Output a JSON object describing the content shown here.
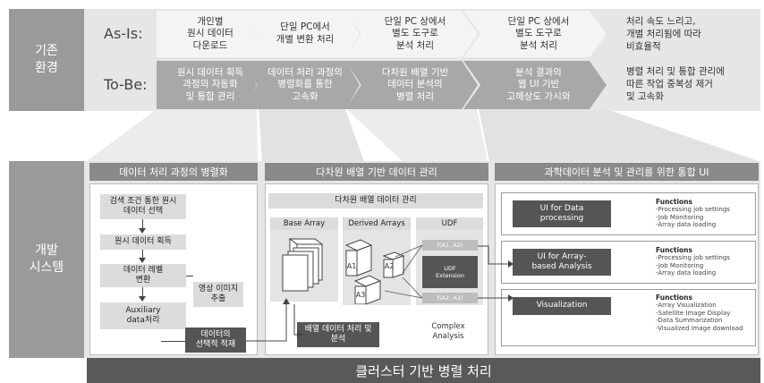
{
  "side": {
    "existing": "기존\n환경",
    "dev": "개발\n시스템"
  },
  "asis": {
    "label": "As-Is:",
    "steps": [
      "개인별\n원시 데이터\n다운로드",
      "단일 PC에서\n개별 변환 처리",
      "단일 PC 상에서\n별도 도구로\n분석 처리",
      "단일 PC 상에서\n별도 도구로\n분석 처리"
    ],
    "result": "처리 속도 느리고,\n개별 처리됨에 따라\n비효율적"
  },
  "tobe": {
    "label": "To-Be:",
    "steps": [
      "원시 데이터 획득\n과정의 자동화\n및 통합 관리",
      "데이터 처리 과정의\n병렬화를 통한\n고속화",
      "다차원 배열 기반\n데이터 분석의\n병렬 처리",
      "분석 결과의\n웹 UI 기반\n고해상도 가시와"
    ],
    "result": "병렬 처리 및 통합 관리에\n따른 작업 중복성 제거\n및 고속화"
  },
  "panel1": {
    "title": "데이터 처리 과정의 병렬화",
    "search": "검색 조건 통한 원시\n데이터 선택",
    "acquire": "원시 데이터 획득",
    "level": "데이터 레벨\n변환",
    "aux": "Auxiliary\ndata처리",
    "image": "영상 이미지\n추출",
    "selective": "데이터의\n선택적 적재"
  },
  "panel2": {
    "title": "다차원 배열 기반 데이터 관리",
    "mgmt": "다차원 배열 데이터 관리",
    "base": "Base Array",
    "derived": "Derived Arrays",
    "udf": "UDF",
    "a1": "A1",
    "a2": "A2",
    "a3": "A3",
    "f1": "f(A1, A2)",
    "f2": "f(A2, A3)",
    "udf_ext": "UDF\nExtension",
    "proc": "배열 데이터 처리 및\n분석",
    "complex": "Complex\nAnalysis"
  },
  "panel3": {
    "title": "과학데이터 분석 및 관리를 위한 통합 UI",
    "items": [
      {
        "name": "UI for Data\nprocessing",
        "fn_title": "Functions",
        "fn": "-Processing job settings\n-Job Monitoring\n-Array data loading"
      },
      {
        "name": "UI for Array-\nbased Analysis",
        "fn_title": "Functions",
        "fn": "-Processing job settings\n-Job Monitoring\n-Array data loading"
      },
      {
        "name": "Visualization",
        "fn_title": "Functions",
        "fn": "-Array Visualization\n-Satellite Image Display\n-Data Summarization\n-Visualized image download"
      }
    ]
  },
  "footer": "클러스터 기반 병렬 처리"
}
